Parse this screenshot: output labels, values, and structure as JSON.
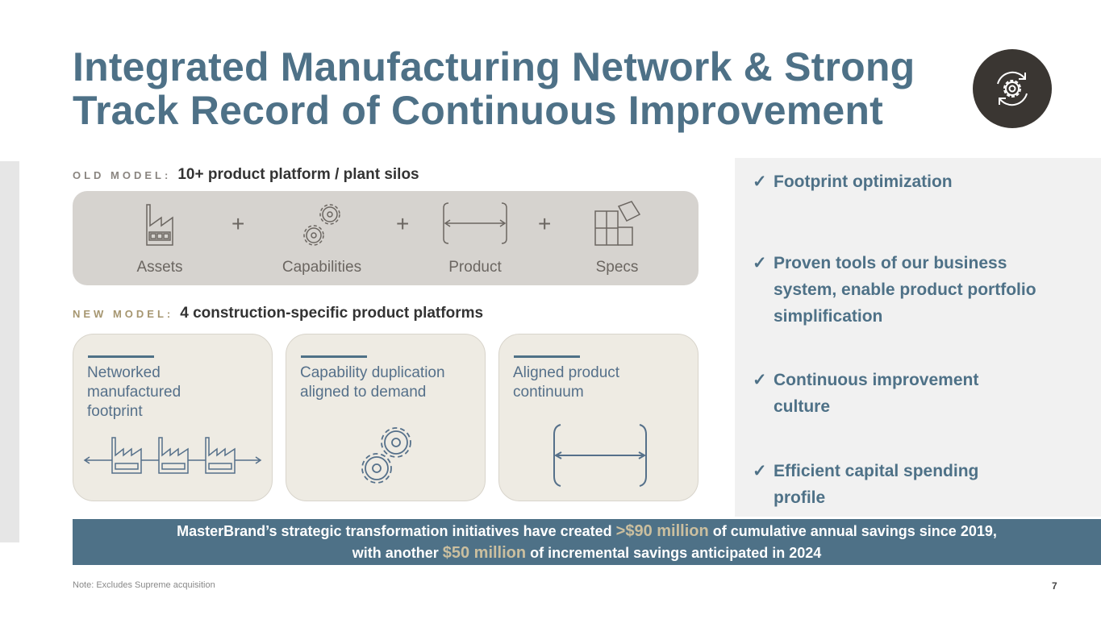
{
  "title": {
    "line1": "Integrated Manufacturing Network & Strong",
    "line2": "Track Record of Continuous Improvement"
  },
  "header_icon": "gear-refresh-icon",
  "old_model": {
    "key": "OLD MODEL:",
    "text": "10+ product platform / plant silos",
    "items": [
      {
        "label": "Assets",
        "icon": "factory-icon"
      },
      {
        "label": "Capabilities",
        "icon": "gears-icon"
      },
      {
        "label": "Product",
        "icon": "bracket-range-icon"
      },
      {
        "label": "Specs",
        "icon": "puzzle-icon"
      }
    ],
    "plus": "+"
  },
  "new_model": {
    "key": "NEW MODEL:",
    "text": "4 construction-specific product platforms",
    "cards": [
      {
        "text": "Networked manufactured footprint",
        "icon": "factory-network-icon"
      },
      {
        "text": "Capability duplication aligned to demand",
        "icon": "gears-icon"
      },
      {
        "text": "Aligned product continuum",
        "icon": "bracket-range-icon"
      }
    ]
  },
  "checklist": [
    "Footprint optimization",
    "Proven tools of our business system, enable product portfolio simplification",
    "Continuous improvement culture",
    "Efficient capital spending profile"
  ],
  "banner": {
    "p1": "MasterBrand’s strategic transformation initiatives have created ",
    "h1": ">$90 million",
    "p2": " of cumulative annual savings since 2019,",
    "p3": "with another ",
    "h2": "$50 million",
    "p4": " of incremental savings anticipated in 2024"
  },
  "note": "Note: Excludes Supreme acquisition",
  "page_number": "7",
  "colors": {
    "primary": "#4e7187",
    "gold": "#cbbf9f",
    "dark": "#3a3632"
  }
}
